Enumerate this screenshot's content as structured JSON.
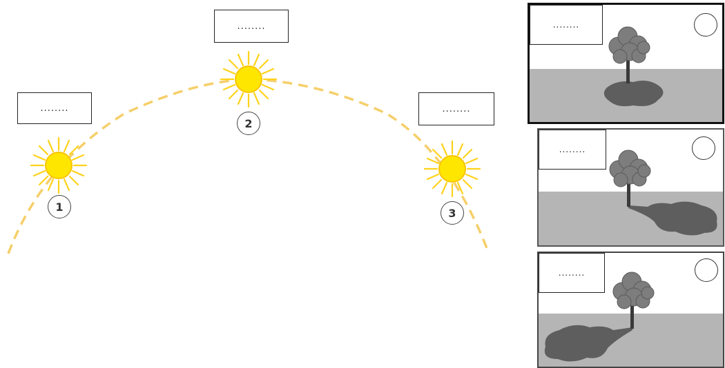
{
  "diagram": {
    "sun_positions": [
      {
        "number": "1",
        "label": "........"
      },
      {
        "number": "2",
        "label": "........"
      },
      {
        "number": "3",
        "label": "........"
      }
    ],
    "panels": [
      {
        "label": "........",
        "answer": ""
      },
      {
        "label": "........",
        "answer": ""
      },
      {
        "label": "........",
        "answer": ""
      }
    ],
    "colors": {
      "sun_core": "#ffe600",
      "sun_rays": "#ffd21a",
      "sun_path": "#f5cf6a",
      "sky": "#ffffff",
      "ground": "#b5b5b5",
      "shadow": "#5e5e5e",
      "tree_foliage": "#7d7d7d",
      "tree_trunk": "#3a3a3a"
    }
  }
}
